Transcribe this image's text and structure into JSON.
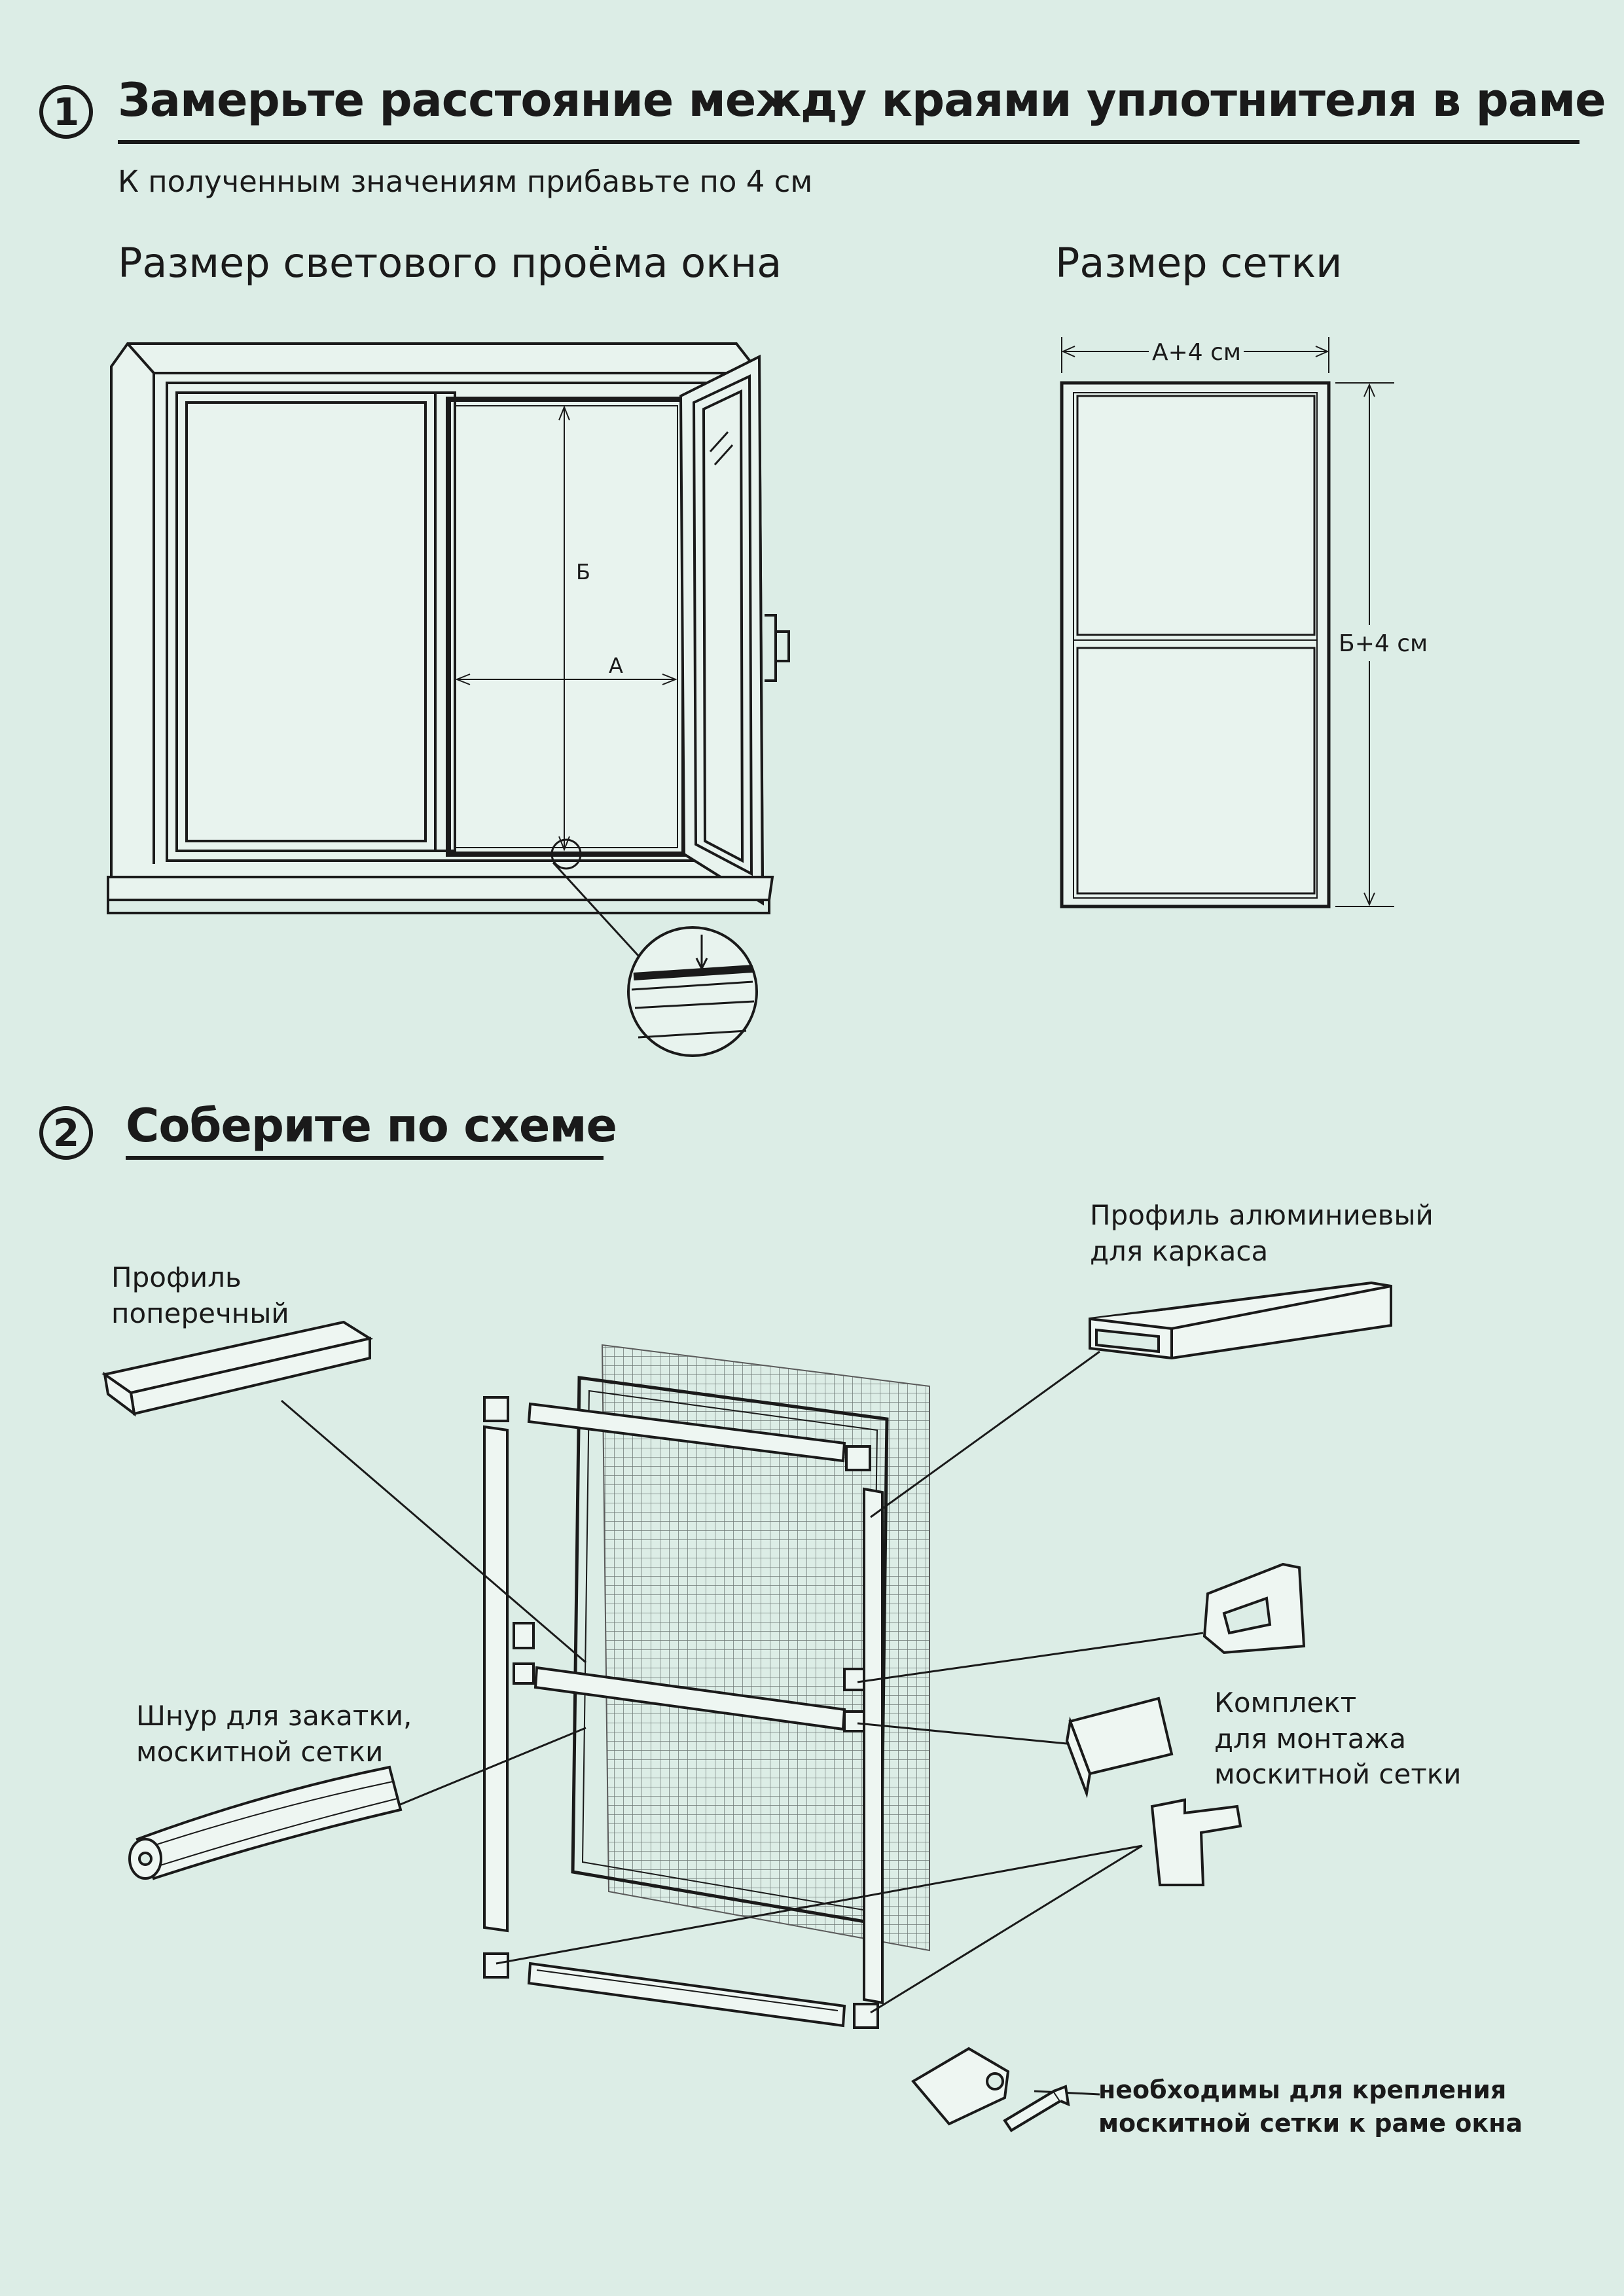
{
  "step1": {
    "number": "1",
    "title": "Замерьте расстояние между краями уплотнителя в раме",
    "subtitle": "К полученным значениям прибавьте по 4 см",
    "left_caption": "Размер светового проёма окна",
    "right_caption": "Размер сетки",
    "dim_a": "А",
    "dim_b": "Б",
    "net_width": "А+4 см",
    "net_height": "Б+4 см"
  },
  "step2": {
    "number": "2",
    "title": "Соберите по схеме",
    "labels": {
      "cross_profile": [
        "Профиль",
        "поперечный"
      ],
      "alu_profile": [
        "Профиль алюминиевый",
        "для каркаса"
      ],
      "cord": [
        "Шнур для закатки,",
        "москитной сетки"
      ],
      "kit": [
        "Комплект",
        "для монтажа",
        "москитной сетки"
      ],
      "fasteners": [
        "необходимы для крепления",
        "москитной сетки к раме окна"
      ]
    }
  },
  "colors": {
    "background": "#dcede6",
    "ink": "#1a1a1a",
    "mesh": "#7a7a7a",
    "panel": "#e8f3ee"
  }
}
